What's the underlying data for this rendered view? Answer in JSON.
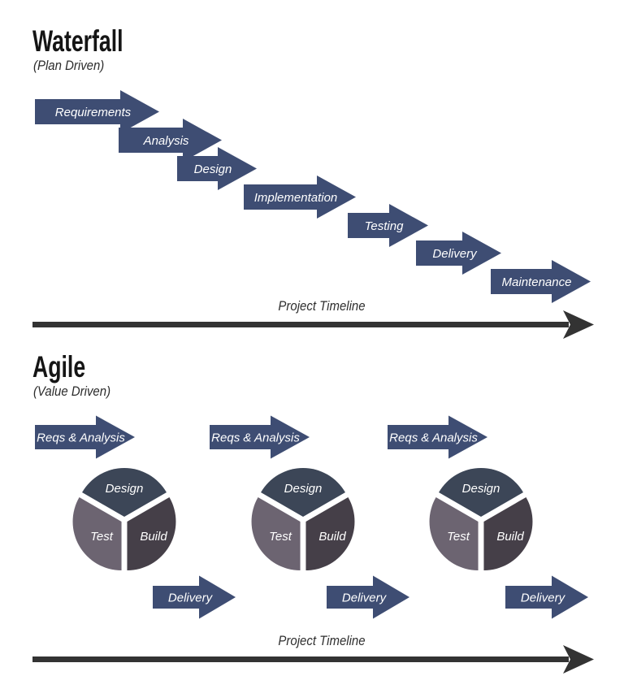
{
  "palette": {
    "stage_arrow": "#3e4d73",
    "arrow_text": "#ffffff",
    "timeline": "#333333",
    "design_slice": "#3c4657",
    "test_slice": "#6c6471",
    "build_slice": "#453f48",
    "title_text": "#151515",
    "subtitle_text": "#2b2b2b",
    "timeline_text": "#2e2e2e"
  },
  "waterfall": {
    "title": "Waterfall",
    "subtitle": "(Plan Driven)",
    "timeline_label": "Project Timeline",
    "stages": [
      {
        "label": "Requirements"
      },
      {
        "label": "Analysis"
      },
      {
        "label": "Design"
      },
      {
        "label": "Implementation"
      },
      {
        "label": "Testing"
      },
      {
        "label": "Delivery"
      },
      {
        "label": "Maintenance"
      }
    ]
  },
  "agile": {
    "title": "Agile",
    "subtitle": "(Value Driven)",
    "timeline_label": "Project Timeline",
    "labels": {
      "reqs": "Reqs & Analysis",
      "delivery": "Delivery",
      "design": "Design",
      "test": "Test",
      "build": "Build"
    },
    "iterations": [
      {
        "index": 1
      },
      {
        "index": 2
      },
      {
        "index": 3
      }
    ]
  }
}
